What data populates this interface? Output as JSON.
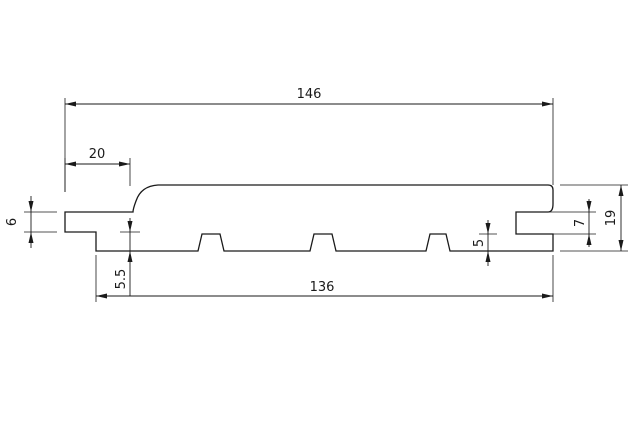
{
  "drawing": {
    "dimensions": {
      "overall_width": "146",
      "cover_width": "136",
      "tongue_offset": "20",
      "tongue_thickness": "6",
      "groove_depth": "5.5",
      "relief_slot_depth": "5",
      "groove_width": "7",
      "board_thickness": "19"
    }
  }
}
